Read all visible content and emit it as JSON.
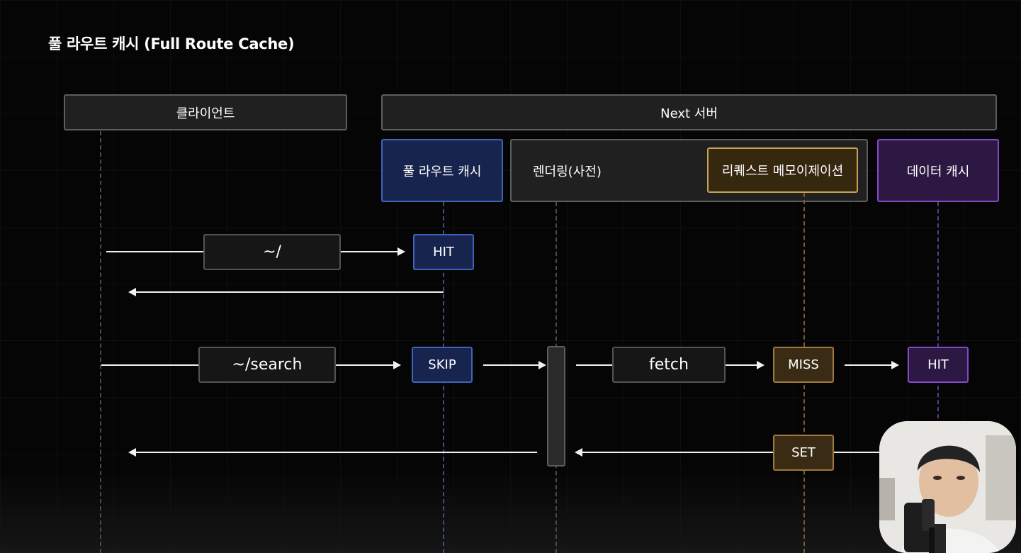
{
  "title": "풀 라우트 캐시 (Full Route Cache)",
  "lanes": {
    "client": "클라이언트",
    "next_server": "Next 서버"
  },
  "components": {
    "full_route_cache": "풀 라우트 캐시",
    "rendering": "렌더링(사전)",
    "request_memoization": "리퀘스트 메모이제이션",
    "data_cache": "데이터 캐시"
  },
  "flow1": {
    "request": "~/",
    "full_route_cache_result": "HIT"
  },
  "flow2": {
    "request": "~/search",
    "full_route_cache_result": "SKIP",
    "fetch": "fetch",
    "memoization_result": "MISS",
    "data_cache_result": "HIT",
    "memoization_set": "SET"
  },
  "colors": {
    "blue_border": "#3e63b8",
    "purple_border": "#8249c9",
    "amber_border": "#c6a255"
  },
  "icons": {
    "presenter": "webcam-presenter"
  }
}
